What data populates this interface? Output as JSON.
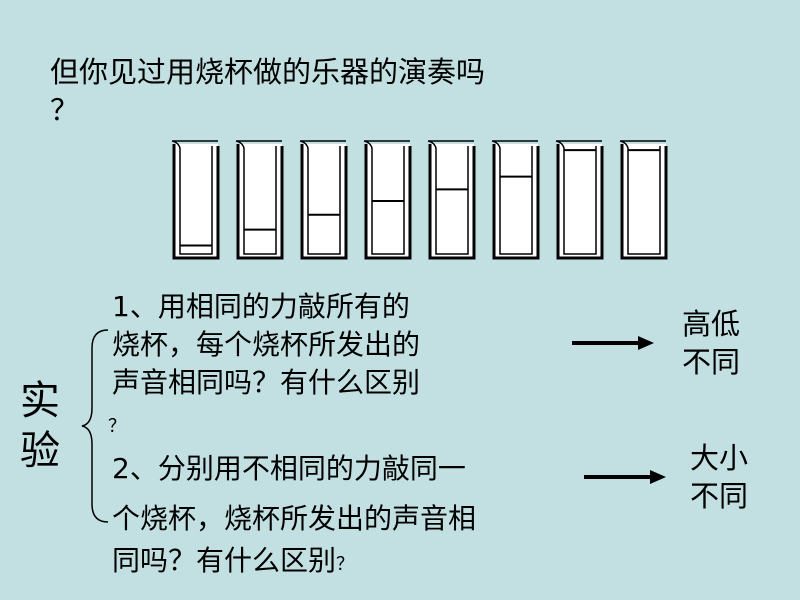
{
  "question": {
    "line1": "但你见过用烧杯做的乐器的演奏吗",
    "line2": "？"
  },
  "beakers": {
    "count": 8,
    "water_levels": [
      0.08,
      0.23,
      0.37,
      0.5,
      0.61,
      0.73,
      0.98,
      0.98
    ]
  },
  "experiment": {
    "label": "实验",
    "item1": {
      "lines": [
        "1、用相同的力敲所有的",
        "烧杯，每个烧杯所发出的",
        "声音相同吗？有什么区别",
        "？"
      ],
      "result": [
        "高低",
        "不同"
      ]
    },
    "item2": {
      "lines": [
        "2、分别用不相同的力敲同一",
        "个烧杯，烧杯所发出的声音相",
        "同吗？有什么区别"
      ],
      "tail": "？",
      "result": [
        "大小",
        "不同"
      ]
    }
  }
}
